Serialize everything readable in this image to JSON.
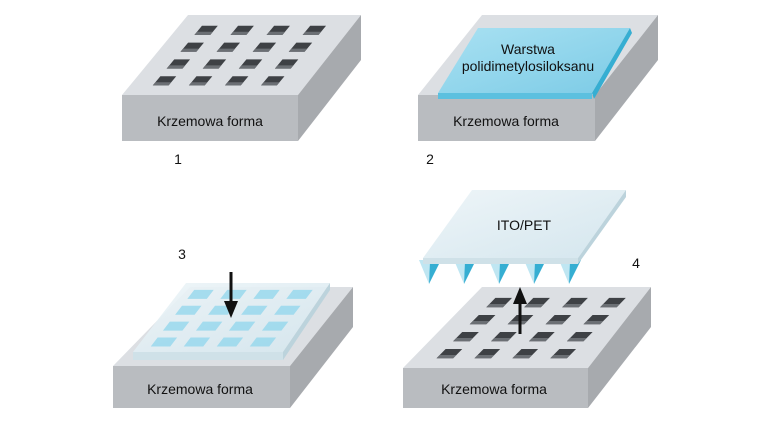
{
  "colors": {
    "mold_top": "#dcdfe3",
    "mold_front": "#b9bcc0",
    "mold_right": "#a7aaae",
    "hole": "#3e4145",
    "pdms_blue": "#8fd6ec",
    "pdms_edge": "#36aed2",
    "film": "#e3eef3",
    "arrow": "#111111"
  },
  "panels": {
    "p1": {
      "number": "1",
      "mold_label": "Krzemowa forma"
    },
    "p2": {
      "number": "2",
      "mold_label": "Krzemowa forma",
      "layer_label_line1": "Warstwa",
      "layer_label_line2": "polidimetylosiloksanu"
    },
    "p3": {
      "number": "3",
      "mold_label": "Krzemowa forma"
    },
    "p4": {
      "number": "4",
      "mold_label": "Krzemowa forma",
      "film_label": "ITO/PET"
    }
  }
}
